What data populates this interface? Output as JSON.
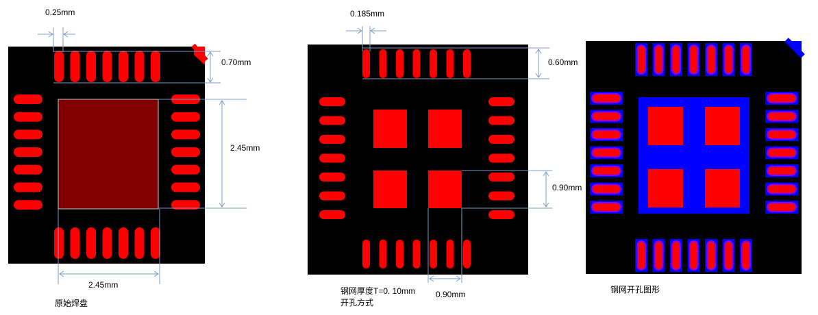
{
  "panel1": {
    "caption": "原始焊盘",
    "dims": {
      "pitch_gap": "0.25mm",
      "pad_length": "0.70mm",
      "ep_height": "2.45mm",
      "ep_width": "2.45mm"
    }
  },
  "panel2": {
    "caption_line1": "钢网厚度T=0. 10mm",
    "caption_line2": "开孔方式",
    "dims": {
      "pitch_gap": "0.185mm",
      "pad_length": "0.60mm",
      "window_height": "0.90mm",
      "window_width": "0.90mm"
    }
  },
  "panel3": {
    "caption": "钢网开孔图形"
  },
  "colors": {
    "board": "#000000",
    "pad": "#ff0000",
    "exposed_pad": "#800000",
    "solder_mask": "#0000ff",
    "dimension_line": "#7b9cc9"
  }
}
